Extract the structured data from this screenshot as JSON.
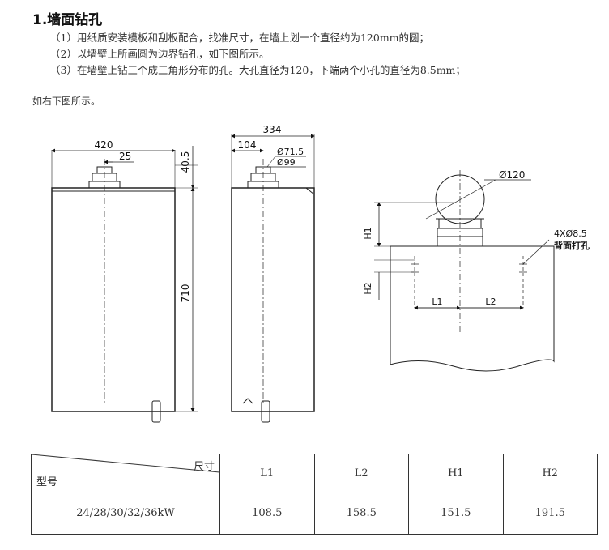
{
  "section": {
    "title": "1.墙面钻孔",
    "steps": [
      "（1）用纸质安装模板和刮板配合，找准尺寸，在墙上划一个直径约为120mm的圆；",
      "（2）以墙壁上所画圆为边界钻孔，如下图所示。",
      "（3）在墙壁上钻三个成三角形分布的孔。大孔直径为120，下端两个小孔的直径为8.5mm；"
    ],
    "note": "如右下图所示。"
  },
  "drawing": {
    "front": {
      "width": "420",
      "offset": "25",
      "top": "40.5",
      "height": "710"
    },
    "side": {
      "depth": "334",
      "offset": "104",
      "d1": "Ø71.5",
      "d2": "Ø99"
    },
    "wall": {
      "hole": "Ø120",
      "h1": "H1",
      "h2": "H2",
      "l1": "L1",
      "l2": "L2",
      "screw_holes": "4XØ8.5",
      "screw_note": "背面打孔"
    }
  },
  "table": {
    "header_dim": "尺寸",
    "header_model": "型号",
    "columns": [
      "L1",
      "L2",
      "H1",
      "H2"
    ],
    "rows": [
      {
        "model": "24/28/30/32/36kW",
        "values": [
          "108.5",
          "158.5",
          "151.5",
          "191.5"
        ]
      }
    ]
  }
}
